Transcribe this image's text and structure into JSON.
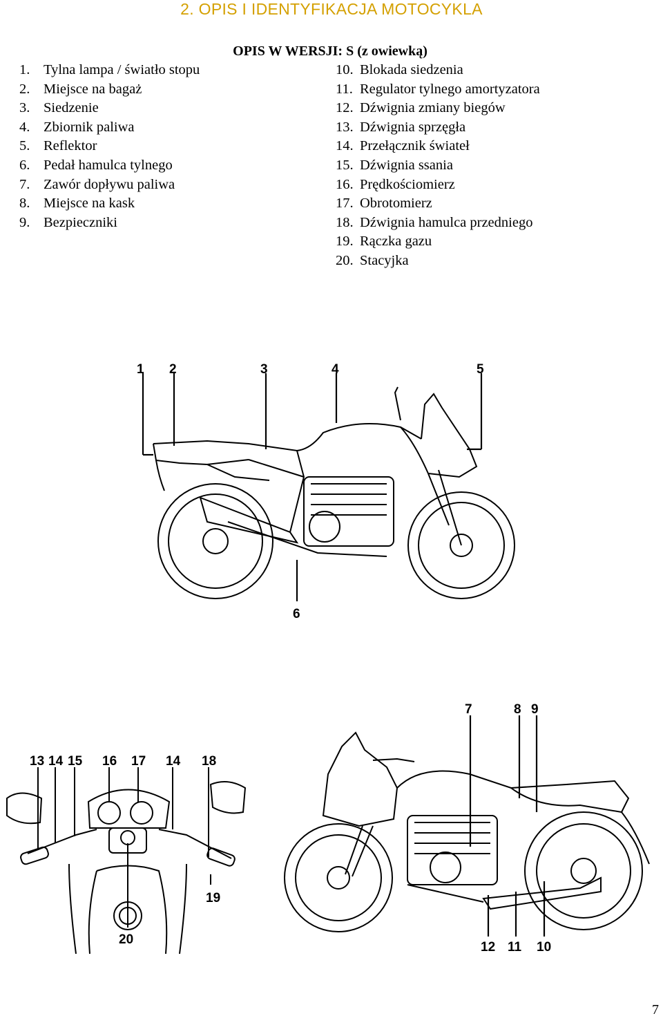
{
  "heading": "2. OPIS I IDENTYFIKACJA MOTOCYKLA",
  "subheading": "OPIS W WERSJI: S (z owiewką)",
  "parts_left": [
    {
      "num": "1.",
      "label": "Tylna lampa / światło stopu"
    },
    {
      "num": "2.",
      "label": "Miejsce na bagaż"
    },
    {
      "num": "3.",
      "label": "Siedzenie"
    },
    {
      "num": "4.",
      "label": "Zbiornik paliwa"
    },
    {
      "num": "5.",
      "label": "Reflektor"
    },
    {
      "num": "6.",
      "label": "Pedał hamulca tylnego"
    },
    {
      "num": "7.",
      "label": "Zawór dopływu paliwa"
    },
    {
      "num": "8.",
      "label": "Miejsce na kask"
    },
    {
      "num": "9.",
      "label": "Bezpieczniki"
    }
  ],
  "parts_right": [
    {
      "num": "10.",
      "label": "Blokada siedzenia"
    },
    {
      "num": "11.",
      "label": "Regulator tylnego amortyzatora"
    },
    {
      "num": "12.",
      "label": "Dźwignia zmiany biegów"
    },
    {
      "num": "13.",
      "label": "Dźwignia sprzęgła"
    },
    {
      "num": "14.",
      "label": "Przełącznik świateł"
    },
    {
      "num": "15.",
      "label": "Dźwignia ssania"
    },
    {
      "num": "16.",
      "label": "Prędkościomierz"
    },
    {
      "num": "17.",
      "label": "Obrotomierz"
    },
    {
      "num": "18.",
      "label": "Dźwignia hamulca przedniego"
    },
    {
      "num": "19.",
      "label": "Rączka gazu"
    },
    {
      "num": "20.",
      "label": "Stacyjka"
    }
  ],
  "callouts_side_left": [
    "1",
    "2",
    "3",
    "4",
    "5",
    "6"
  ],
  "callouts_cockpit": [
    "13",
    "14",
    "15",
    "16",
    "17",
    "14",
    "18",
    "19",
    "20"
  ],
  "callouts_side_right": [
    "7",
    "8",
    "9",
    "12",
    "11",
    "10"
  ],
  "page_number": "7"
}
